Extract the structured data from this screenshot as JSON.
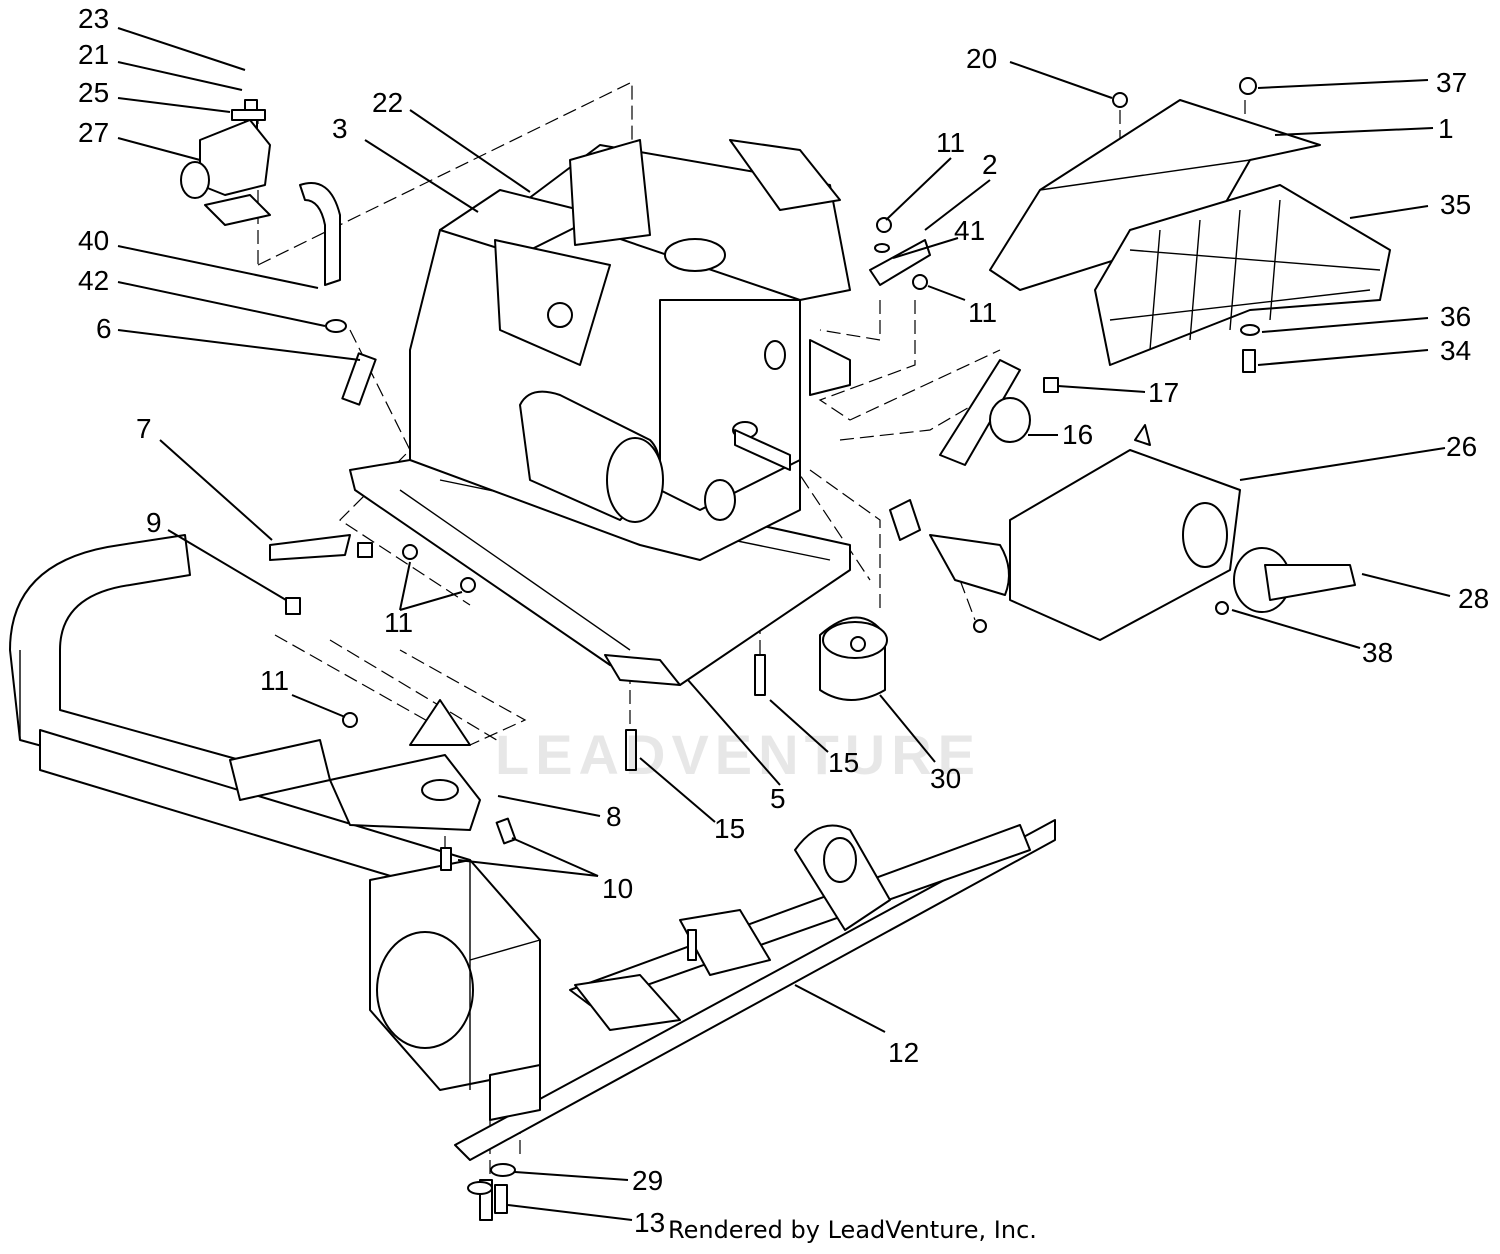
{
  "footer_text": "Rendered by LeadVenture, Inc.",
  "watermark_text": "LEADVENTURE",
  "callouts": [
    {
      "id": "c23",
      "label": "23"
    },
    {
      "id": "c21",
      "label": "21"
    },
    {
      "id": "c25",
      "label": "25"
    },
    {
      "id": "c27",
      "label": "27"
    },
    {
      "id": "c40",
      "label": "40"
    },
    {
      "id": "c42",
      "label": "42"
    },
    {
      "id": "c6",
      "label": "6"
    },
    {
      "id": "c7",
      "label": "7"
    },
    {
      "id": "c9",
      "label": "9"
    },
    {
      "id": "c22",
      "label": "22"
    },
    {
      "id": "c3",
      "label": "3"
    },
    {
      "id": "c11a",
      "label": "11"
    },
    {
      "id": "c2",
      "label": "2"
    },
    {
      "id": "c41",
      "label": "41"
    },
    {
      "id": "c11b",
      "label": "11"
    },
    {
      "id": "c20",
      "label": "20"
    },
    {
      "id": "c37",
      "label": "37"
    },
    {
      "id": "c1",
      "label": "1"
    },
    {
      "id": "c35",
      "label": "35"
    },
    {
      "id": "c36",
      "label": "36"
    },
    {
      "id": "c34",
      "label": "34"
    },
    {
      "id": "c17",
      "label": "17"
    },
    {
      "id": "c16",
      "label": "16"
    },
    {
      "id": "c26",
      "label": "26"
    },
    {
      "id": "c28",
      "label": "28"
    },
    {
      "id": "c38",
      "label": "38"
    },
    {
      "id": "c11c",
      "label": "11"
    },
    {
      "id": "c11d",
      "label": "11"
    },
    {
      "id": "c8",
      "label": "8"
    },
    {
      "id": "c10",
      "label": "10"
    },
    {
      "id": "c15a",
      "label": "15"
    },
    {
      "id": "c15b",
      "label": "15"
    },
    {
      "id": "c5",
      "label": "5"
    },
    {
      "id": "c30",
      "label": "30"
    },
    {
      "id": "c12",
      "label": "12"
    },
    {
      "id": "c29",
      "label": "29"
    },
    {
      "id": "c13",
      "label": "13"
    }
  ]
}
